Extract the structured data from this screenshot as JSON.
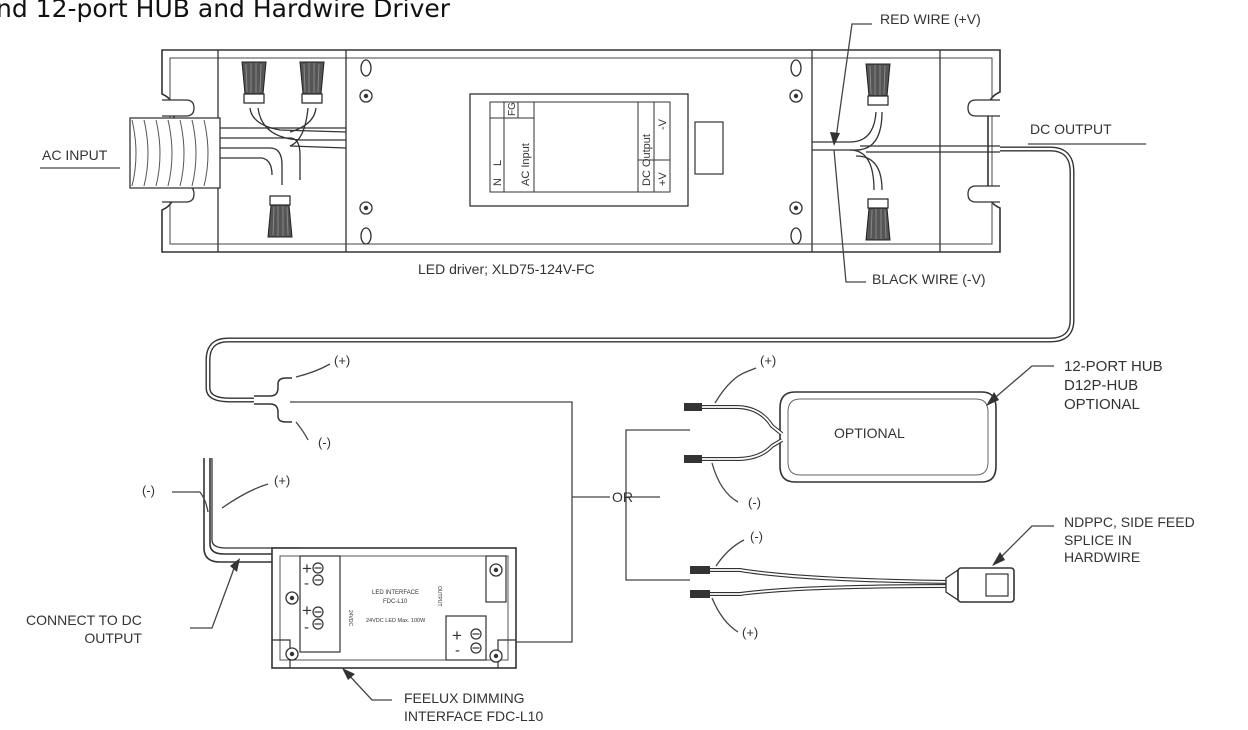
{
  "title": "nd 12-port HUB and Hardwire Driver",
  "labels": {
    "red_wire": "RED WIRE (+V)",
    "dc_output": "DC OUTPUT",
    "ac_input": "AC INPUT",
    "led_driver": "LED driver; XLD75-124V-FC",
    "black_wire": "BLACK WIRE (-V)",
    "plus_top_left": "(+)",
    "minus_top_left": "(-)",
    "plus_hub": "(+)",
    "minus_hub": "(-)",
    "hub_name": "12-PORT HUB\nD12P-HUB\nOPTIONAL",
    "hub_body": "OPTIONAL",
    "or": "OR",
    "minus_fdc": "(-)",
    "plus_fdc": "(+)",
    "connect_dc": "CONNECT TO DC\nOUTPUT",
    "ndppc": "NDPPC, SIDE FEED\nSPLICE IN\nHARDWIRE",
    "minus_nd": "(-)",
    "plus_nd": "(+)",
    "feelux": "FEELUX DIMMING\nINTERFACE FDC-L10"
  },
  "driver_label": {
    "col1": [
      "N",
      "L",
      "FG"
    ],
    "col1_caption": "AC  Input",
    "col2_caption": "DC  Output",
    "col2": [
      "+V",
      "-V"
    ]
  },
  "fdc_label": {
    "line1": "LED INTERFACE",
    "line2": "FDC-L10",
    "line3": "24VDC LED Max. 100W",
    "input_tag": "24VDC",
    "output_tag": "OUTPUT",
    "in1": "+",
    "in2": "-",
    "in3": "+",
    "in4": "-",
    "out_plus": "+",
    "out_minus": "-"
  }
}
